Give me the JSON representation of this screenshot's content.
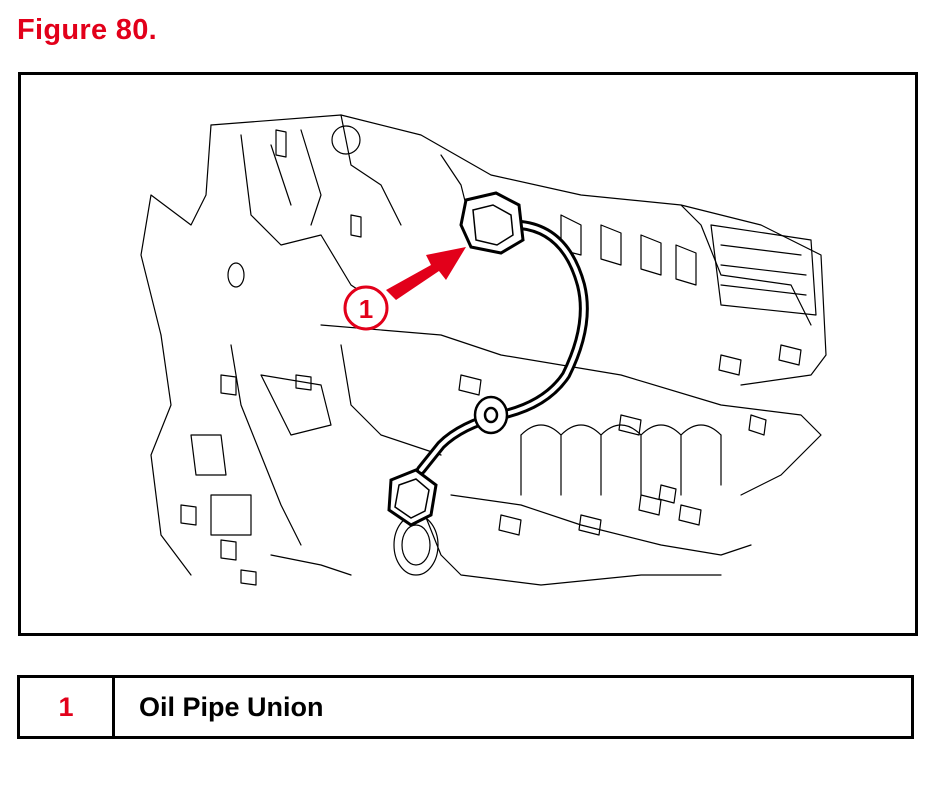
{
  "figure": {
    "title": "Figure 80.",
    "callout_number": "1"
  },
  "legend": {
    "rows": [
      {
        "number": "1",
        "label": "Oil Pipe Union"
      }
    ]
  },
  "colors": {
    "accent_red": "#e2001a",
    "line": "#000000"
  }
}
